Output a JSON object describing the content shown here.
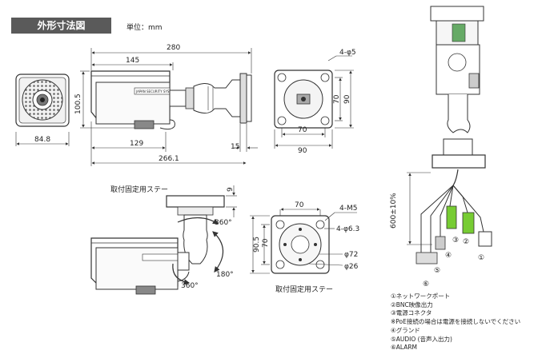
{
  "header": {
    "title": "外形寸法図",
    "unit": "単位：mm"
  },
  "side_view": {
    "width_total": "280",
    "body_length": "145",
    "lower_length": "129",
    "overall": "266.1",
    "offset": "15",
    "height": "100.5",
    "label_text": "JAPAN SECURITY SYSTEM"
  },
  "front_view": {
    "width": "84.8"
  },
  "mount_plate_top": {
    "holes": "4-φ5",
    "pitch_h": "70",
    "width_h": "90",
    "pitch_v": "70",
    "height_v": "90"
  },
  "bracket_view": {
    "caption": "取付固定用ステー",
    "thickness": "9",
    "rotation_top": "360°",
    "rotation_bottom": "360°",
    "tilt": "180°"
  },
  "bracket_base": {
    "pitch_top": "70",
    "screws": "4-M5",
    "holes": "4-φ6.3",
    "pitch_v": "70",
    "height_v": "90.5",
    "inner_dia": "φ72",
    "hole_dia": "φ26",
    "caption": "取付固定用ステー"
  },
  "cable_view": {
    "cable_length": "600±10%",
    "callouts": [
      "①",
      "②",
      "③",
      "④",
      "⑤",
      "⑥"
    ]
  },
  "legend": [
    "①ネットワークポート",
    "②BNC映像出力",
    "③電源コネクタ",
    "※PoE接続の場合は電源を接続しないでください",
    "④グランド",
    "⑤AUDIO (音声入出力)",
    "⑥ALARM"
  ]
}
